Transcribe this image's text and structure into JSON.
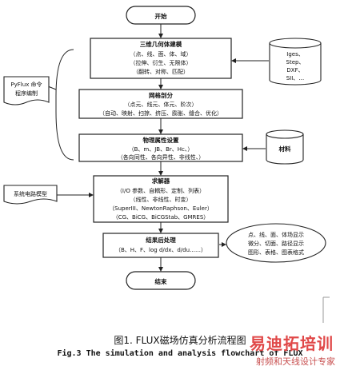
{
  "flowchart": {
    "start": "开始",
    "end": "结束",
    "steps": [
      {
        "title": "三维几何体建模",
        "lines": [
          "（点、线、面、体、域）",
          "（拉伸、衍生、无限体）",
          "（翻转、对称、匹配）"
        ]
      },
      {
        "title": "网格剖分",
        "lines": [
          "（点元、线元、体元、阶次）",
          "（自动、映射、扫掠、挤压、膨胀、缝合、优化）"
        ]
      },
      {
        "title": "物理属性设置",
        "lines": [
          "（B、m、JB、Br、Hc、）",
          "（各向同性、各向异性、非线性、）"
        ]
      },
      {
        "title": "求解器",
        "lines": [
          "（I/O 参数、自耦形、定制、列表）",
          "（线性、非线性、时变）",
          "（SuperIII、NewtonRaphson、Euler）",
          "（CG、BiCG、BiCGStab、GMRES）"
        ]
      },
      {
        "title": "结果后处理",
        "lines": [
          "（B、H、F、log d/dx、d/du……）"
        ]
      }
    ],
    "left_note": [
      "PyFlux 命令",
      "程序编制"
    ],
    "circuit_note": "系统电路模型",
    "cad_formats": [
      "Iges、",
      "Step、",
      "DXF、",
      "SII、…"
    ],
    "materials": "材料",
    "post_outputs": [
      "点、线、面、体场显示",
      "微分、切面、路径显示",
      "图形、表格、图表格式"
    ]
  },
  "caption": {
    "cn": "图1. FLUX磁场仿真分析流程图",
    "en": "Fig.3 The simulation and analysis flowchart of FLUX"
  },
  "watermark": {
    "big": "易迪拓培训",
    "small": "射频和天线设计专家"
  }
}
